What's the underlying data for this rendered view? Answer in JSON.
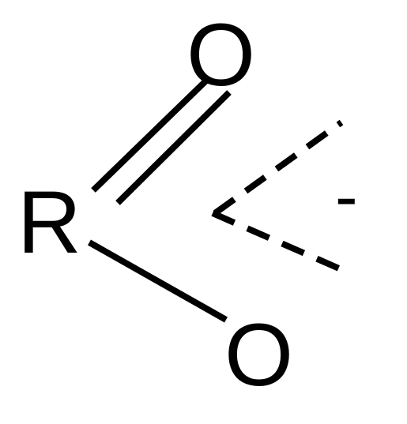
{
  "diagram": {
    "atoms": {
      "r": "R",
      "o_top": "O",
      "o_bottom": "O"
    },
    "charge": "-",
    "colors": {
      "background": "#ffffff",
      "ink": "#000000"
    }
  }
}
